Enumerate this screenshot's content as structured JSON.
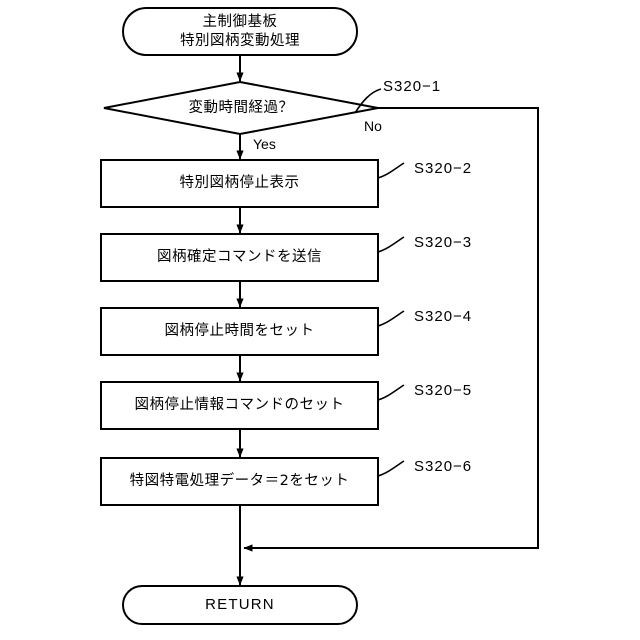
{
  "diagram": {
    "type": "flowchart",
    "title": "主制御基板 特別図柄変動処理",
    "language": "ja",
    "line_color": "#000000",
    "fill_color": "#ffffff",
    "background": "#ffffff"
  },
  "start": {
    "shape": "terminator",
    "line1": "主制御基板",
    "line2": "特別図柄変動処理"
  },
  "decision": {
    "shape": "diamond",
    "text": "変動時間経過？",
    "step": "S320−1",
    "yes_label": "Yes",
    "no_label": "No"
  },
  "steps": [
    {
      "shape": "process",
      "text": "特別図柄停止表示",
      "step": "S320−2"
    },
    {
      "shape": "process",
      "text": "図柄確定コマンドを送信",
      "step": "S320−3"
    },
    {
      "shape": "process",
      "text": "図柄停止時間をセット",
      "step": "S320−4"
    },
    {
      "shape": "process",
      "text": "図柄停止情報コマンドのセット",
      "step": "S320−5"
    },
    {
      "shape": "process",
      "text": "特図特電処理データ＝2をセット",
      "step": "S320−6"
    }
  ],
  "end": {
    "shape": "terminator",
    "text": "RETURN"
  }
}
